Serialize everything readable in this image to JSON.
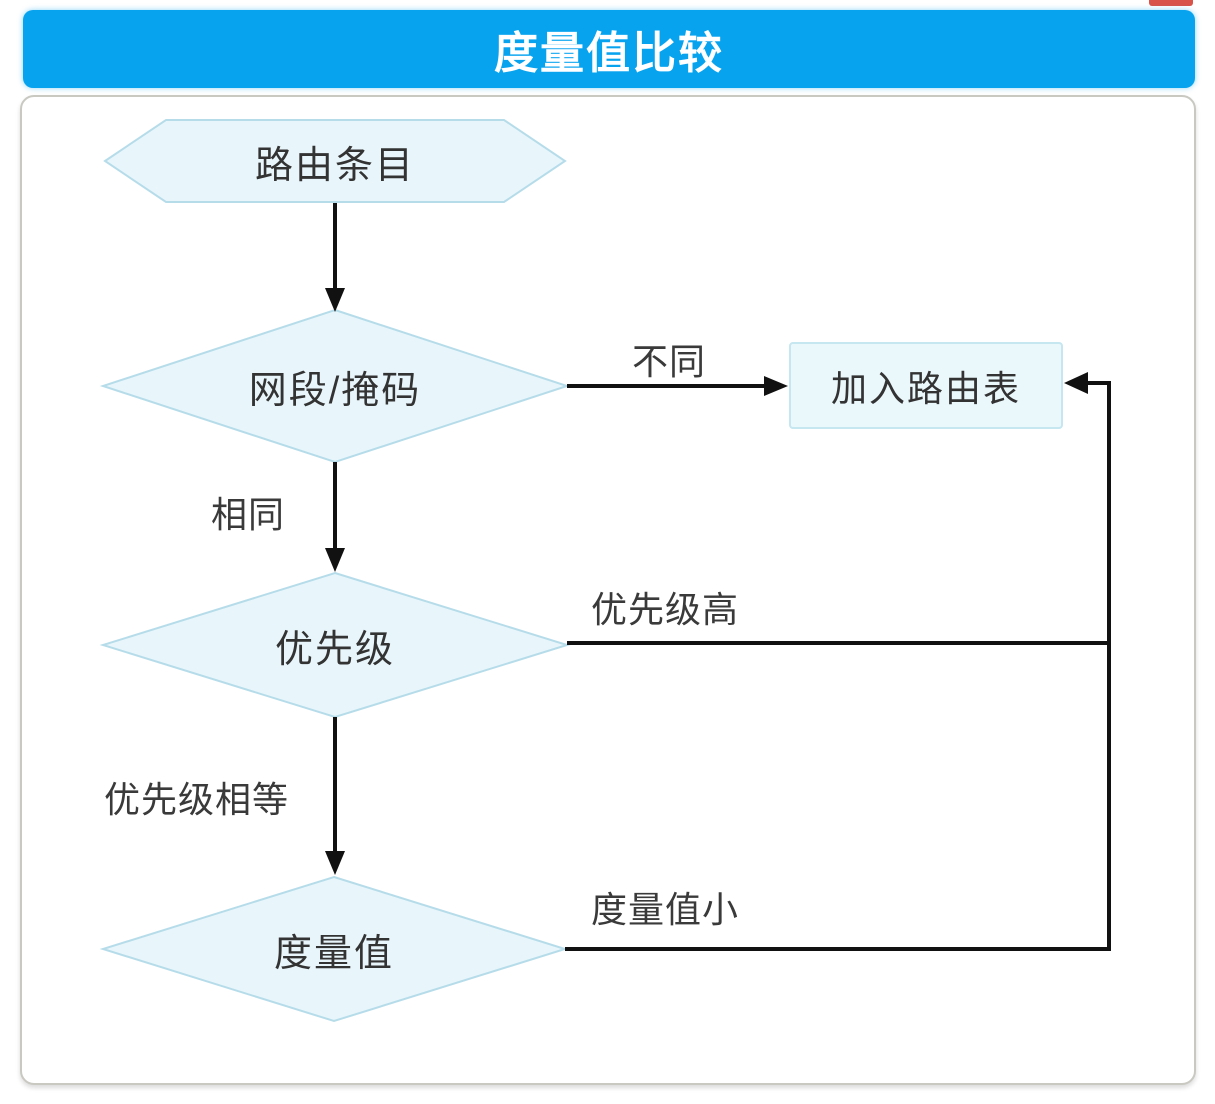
{
  "header": {
    "title": "度量值比较",
    "bg_color": "#08a3ef",
    "text_color": "#ffffff"
  },
  "decor": {
    "clipped_red_color": "#d9534a"
  },
  "flowchart": {
    "colors": {
      "node_fill": "#e8f6fb",
      "node_border": "#b6dcea",
      "box_fill": "#eaf8fc",
      "box_border": "#c6e6f0",
      "line_color": "#111111",
      "label_color": "#3a3a3a"
    },
    "nodes": [
      {
        "id": "route-entry",
        "type": "hexagon",
        "label": "路由条目"
      },
      {
        "id": "net-mask",
        "type": "diamond",
        "label": "网段/掩码"
      },
      {
        "id": "priority",
        "type": "diamond",
        "label": "优先级"
      },
      {
        "id": "metric",
        "type": "diamond",
        "label": "度量值"
      },
      {
        "id": "add-route",
        "type": "rect",
        "label": "加入路由表"
      }
    ],
    "edges": [
      {
        "from": "route-entry",
        "to": "net-mask",
        "label": ""
      },
      {
        "from": "net-mask",
        "to": "add-route",
        "label": "不同"
      },
      {
        "from": "net-mask",
        "to": "priority",
        "label": "相同"
      },
      {
        "from": "priority",
        "to": "add-route",
        "label": "优先级高"
      },
      {
        "from": "priority",
        "to": "metric",
        "label": "优先级相等"
      },
      {
        "from": "metric",
        "to": "add-route",
        "label": "度量值小"
      }
    ]
  }
}
